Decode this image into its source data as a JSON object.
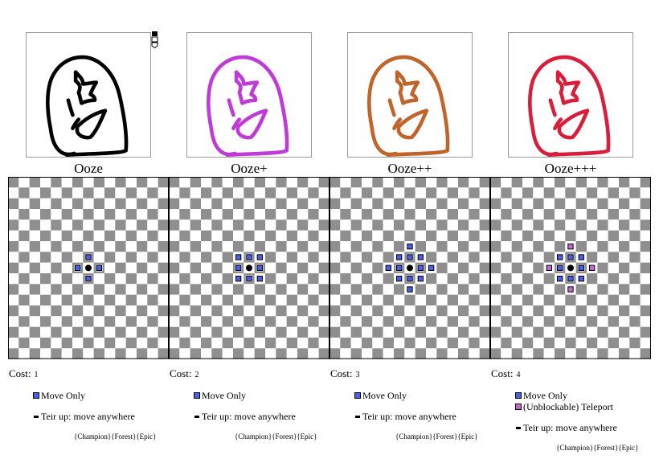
{
  "pieces": [
    {
      "name": "Ooze",
      "color": "#000000",
      "cost_label": "Cost:",
      "cost": "1",
      "legend": [
        {
          "swatch": "blue",
          "label": "Move Only"
        }
      ],
      "tier_up": "Teir up: move anywhere",
      "tags": "{Champion}{Forest}{Epic}",
      "moves": [
        [
          0,
          -1
        ],
        [
          -1,
          0
        ],
        [
          1,
          0
        ],
        [
          0,
          1
        ]
      ],
      "teleports": []
    },
    {
      "name": "Ooze+",
      "color": "#c03ad8",
      "cost_label": "Cost:",
      "cost": "2",
      "legend": [
        {
          "swatch": "blue",
          "label": "Move Only"
        }
      ],
      "tier_up": "Teir up: move anywhere",
      "tags": "{Champion}{Forest}{Epic}",
      "moves": [
        [
          -1,
          -1
        ],
        [
          0,
          -1
        ],
        [
          1,
          -1
        ],
        [
          -1,
          0
        ],
        [
          1,
          0
        ],
        [
          -1,
          1
        ],
        [
          0,
          1
        ],
        [
          1,
          1
        ]
      ],
      "teleports": []
    },
    {
      "name": "Ooze++",
      "color": "#c0642a",
      "cost_label": "Cost:",
      "cost": "3",
      "legend": [
        {
          "swatch": "blue",
          "label": "Move Only"
        }
      ],
      "tier_up": "Teir up: move anywhere",
      "tags": "{Champion}{Forest}{Epic}",
      "moves": [
        [
          0,
          -2
        ],
        [
          -1,
          -1
        ],
        [
          0,
          -1
        ],
        [
          1,
          -1
        ],
        [
          -2,
          0
        ],
        [
          -1,
          0
        ],
        [
          1,
          0
        ],
        [
          2,
          0
        ],
        [
          -1,
          1
        ],
        [
          0,
          1
        ],
        [
          1,
          1
        ],
        [
          0,
          2
        ]
      ],
      "teleports": []
    },
    {
      "name": "Ooze+++",
      "color": "#d81e3a",
      "cost_label": "Cost:",
      "cost": "4",
      "legend": [
        {
          "swatch": "blue",
          "label": "Move Only"
        },
        {
          "swatch": "purple",
          "label": "(Unblockable) Teleport"
        }
      ],
      "tier_up": "Teir up: move anywhere",
      "tags": "{Champion}{Forest}{Epic}",
      "moves": [
        [
          -1,
          -1
        ],
        [
          0,
          -1
        ],
        [
          1,
          -1
        ],
        [
          -1,
          0
        ],
        [
          1,
          0
        ],
        [
          -1,
          1
        ],
        [
          0,
          1
        ],
        [
          1,
          1
        ]
      ],
      "teleports": [
        [
          0,
          -2
        ],
        [
          -2,
          0
        ],
        [
          2,
          0
        ],
        [
          0,
          2
        ]
      ]
    }
  ],
  "colors": {
    "dark_square": "#8f8f8f",
    "light_square": "#ffffff",
    "move": "#4a5ee6",
    "teleport": "#c16bd0"
  }
}
